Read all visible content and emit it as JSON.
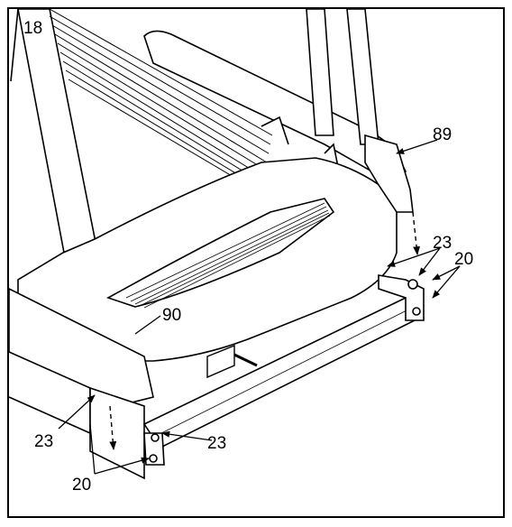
{
  "step_number": "18",
  "callouts": {
    "top_right_cover": "89",
    "motor_hood": "90",
    "bolt_right": "23",
    "bolt_left_upper": "23",
    "bolt_left_lower": "23",
    "washer_right": "20",
    "washer_left": "20"
  }
}
